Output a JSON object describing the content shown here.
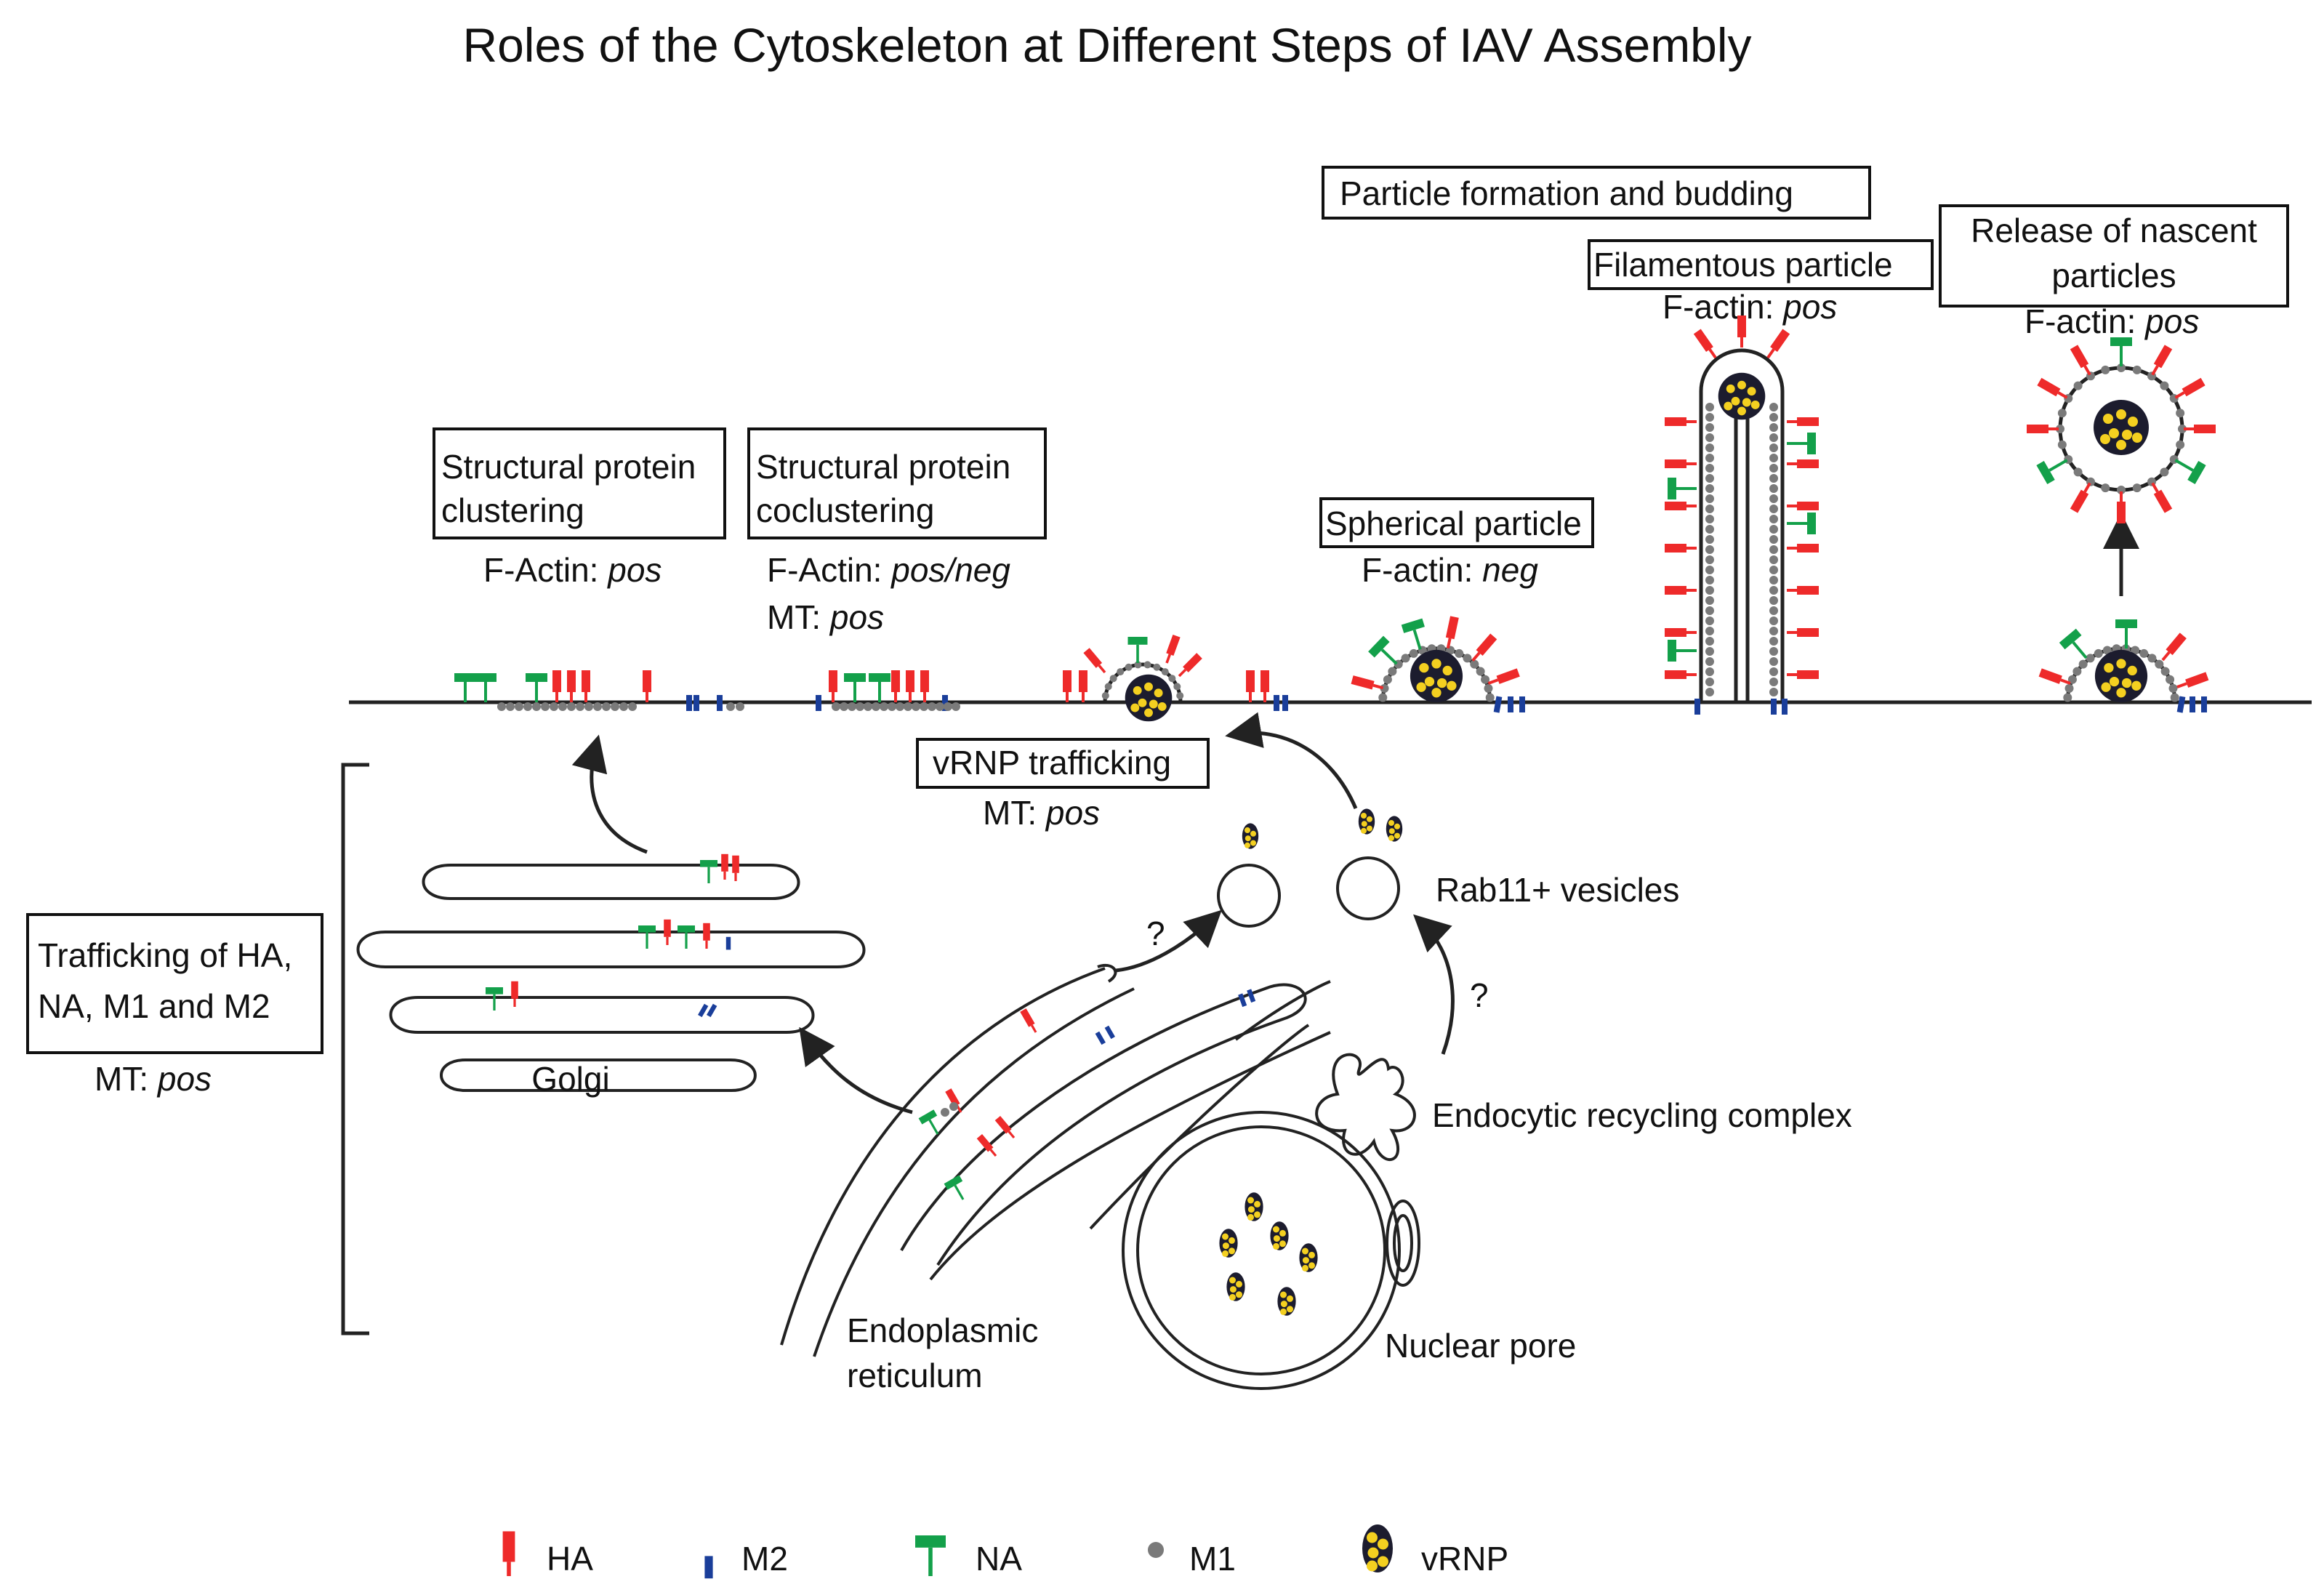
{
  "title": "Roles of the Cytoskeleton at Different Steps of IAV Assembly",
  "steps": {
    "clustering": {
      "title_1": "Structural protein",
      "title_2": "clustering",
      "factor_1": "F-Actin: ",
      "value_1": "pos"
    },
    "coclustering": {
      "title_1": "Structural protein",
      "title_2": "coclustering",
      "factor_1": "F-Actin: ",
      "value_1": "pos/neg",
      "factor_2": "MT: ",
      "value_2": "pos"
    },
    "budding": {
      "title": "Particle formation and budding"
    },
    "spherical": {
      "title": "Spherical particle",
      "factor_1": "F-actin: ",
      "value_1": "neg"
    },
    "filamentous": {
      "title": "Filamentous particle",
      "factor_1": "F-actin: ",
      "value_1": "pos"
    },
    "release": {
      "title_1": "Release of nascent",
      "title_2": "particles",
      "factor_1": "F-actin: ",
      "value_1": "pos"
    },
    "vrnp_trafficking": {
      "title": "vRNP trafficking",
      "factor_1": "MT: ",
      "value_1": "pos"
    },
    "trafficking": {
      "title_1": "Trafficking of HA,",
      "title_2": "NA, M1 and M2",
      "factor_1": "MT: ",
      "value_1": "pos"
    }
  },
  "labels": {
    "golgi": "Golgi",
    "er_1": "Endoplasmic",
    "er_2": "reticulum",
    "nuclear_pore": "Nuclear pore",
    "rab11": "Rab11+ vesicles",
    "erc": "Endocytic recycling complex",
    "question_1": "?",
    "question_2": "?"
  },
  "legend": {
    "ha": "HA",
    "m2": "M2",
    "na": "NA",
    "m1": "M1",
    "vrnp": "vRNP"
  },
  "colors": {
    "ha": "#ee2a2a",
    "m2": "#1a3e9a",
    "na": "#13a04a",
    "m1": "#7a7a7a",
    "vrnp_outline": "#1c1c2e",
    "vrnp_core": "#f4d020"
  }
}
